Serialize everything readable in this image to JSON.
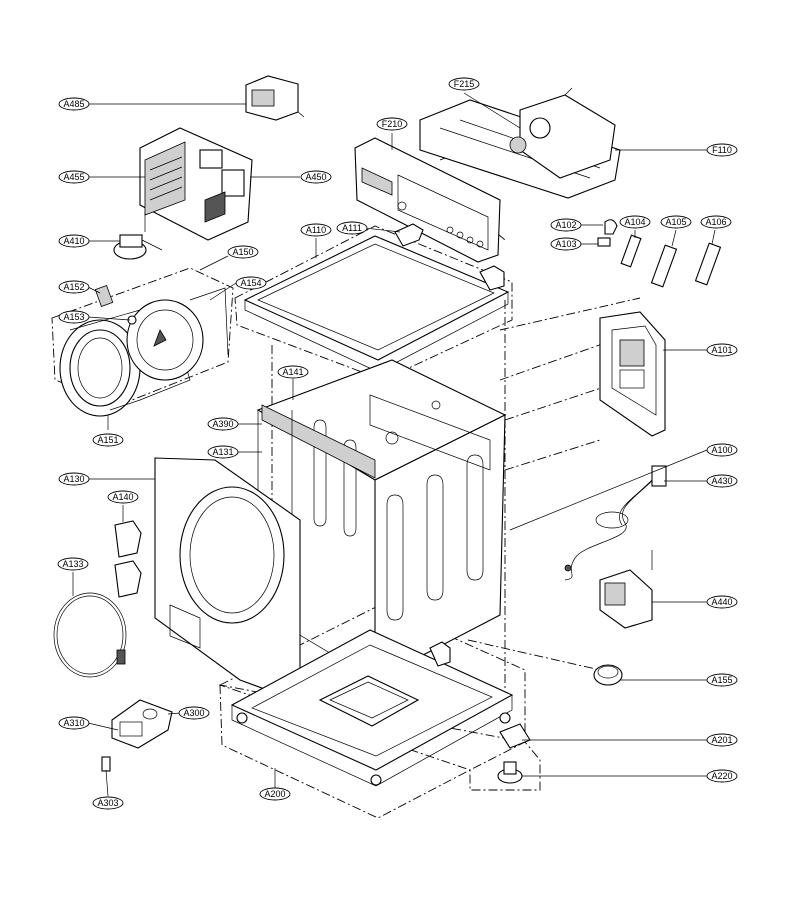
{
  "labels": [
    {
      "id": "A485",
      "text": "A485"
    },
    {
      "id": "A455",
      "text": "A455"
    },
    {
      "id": "A450",
      "text": "A450"
    },
    {
      "id": "A410",
      "text": "A410"
    },
    {
      "id": "A150",
      "text": "A150"
    },
    {
      "id": "A152",
      "text": "A152"
    },
    {
      "id": "A154",
      "text": "A154"
    },
    {
      "id": "A153",
      "text": "A153"
    },
    {
      "id": "A151",
      "text": "A151"
    },
    {
      "id": "F215",
      "text": "F215"
    },
    {
      "id": "F210",
      "text": "F210"
    },
    {
      "id": "F110",
      "text": "F110"
    },
    {
      "id": "A111",
      "text": "A111"
    },
    {
      "id": "A110",
      "text": "A110"
    },
    {
      "id": "A102",
      "text": "A102"
    },
    {
      "id": "A103",
      "text": "A103"
    },
    {
      "id": "A104",
      "text": "A104"
    },
    {
      "id": "A105",
      "text": "A105"
    },
    {
      "id": "A106",
      "text": "A106"
    },
    {
      "id": "A101",
      "text": "A101"
    },
    {
      "id": "A141",
      "text": "A141"
    },
    {
      "id": "A390",
      "text": "A390"
    },
    {
      "id": "A131",
      "text": "A131"
    },
    {
      "id": "A100",
      "text": "A100"
    },
    {
      "id": "A130",
      "text": "A130"
    },
    {
      "id": "A430",
      "text": "A430"
    },
    {
      "id": "A140",
      "text": "A140"
    },
    {
      "id": "A133",
      "text": "A133"
    },
    {
      "id": "A440",
      "text": "A440"
    },
    {
      "id": "A155",
      "text": "A155"
    },
    {
      "id": "A310",
      "text": "A310"
    },
    {
      "id": "A300",
      "text": "A300"
    },
    {
      "id": "A201",
      "text": "A201"
    },
    {
      "id": "A220",
      "text": "A220"
    },
    {
      "id": "A303",
      "text": "A303"
    },
    {
      "id": "A200",
      "text": "A200"
    }
  ]
}
